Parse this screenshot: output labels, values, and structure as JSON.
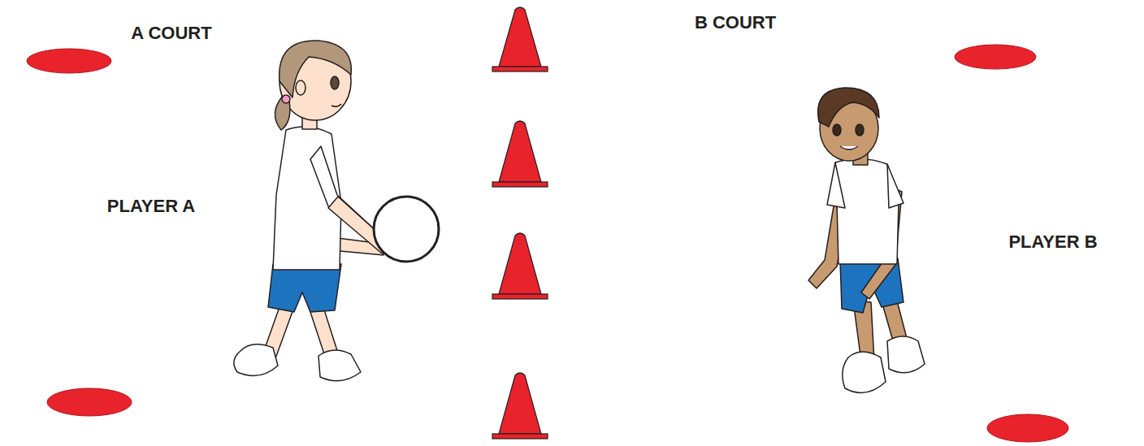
{
  "diagram": {
    "labels": [
      "A COURT",
      "B COURT",
      "PLAYER A",
      "PLAYER B"
    ]
  }
}
